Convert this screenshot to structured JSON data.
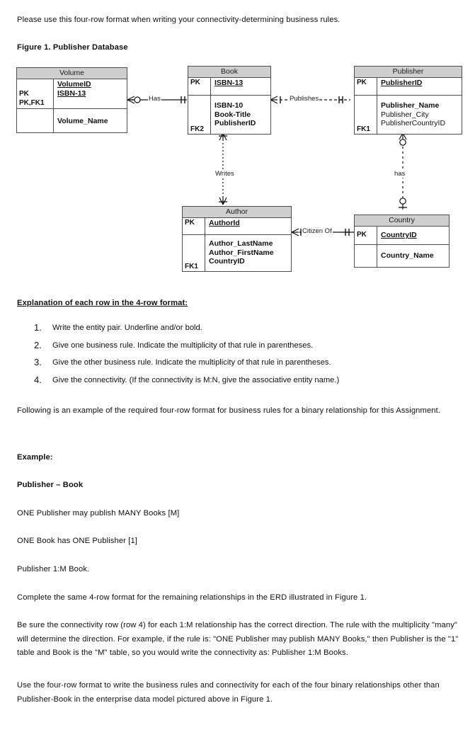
{
  "document": {
    "intro": "Please use this four-row format when writing your connectivity-determining business rules.",
    "figure_caption": "Figure 1. Publisher Database",
    "explanation_heading": "Explanation of each row in the 4-row format:",
    "list": [
      {
        "num": "1.",
        "text": "Write the entity pair. Underline and/or bold."
      },
      {
        "num": "2.",
        "text": "Give one business rule. Indicate the multiplicity of that rule in parentheses."
      },
      {
        "num": "3.",
        "text": "Give the other business rule. Indicate the multiplicity of that rule in parentheses."
      },
      {
        "num": "4.",
        "text": "Give the connectivity. (If the connectivity is M:N, give the associative entity name.)"
      }
    ],
    "following_para": "Following is an example of the required four-row format for business rules for a binary relationship for this Assignment.",
    "example_heading": "Example:",
    "example_pair": "Publisher – Book",
    "example_rule_1": "ONE Publisher may publish MANY Books [M]",
    "example_rule_2": "ONE Book has ONE Publisher [1]",
    "example_connectivity": "Publisher 1:M Book.",
    "complete_para": "Complete the same 4-row format for the remaining relationships in the ERD illustrated in Figure 1.",
    "direction_para": "Be sure the connectivity row (row 4) for each 1:M relationship has the correct direction. The rule with the multiplicity \"many\" will determine the direction. For example, if the rule is: \"ONE Publisher may publish MANY Books,\" then Publisher is the \"1\" table and Book is the \"M\" table, so you would write the connectivity as: Publisher 1:M Books.",
    "final_para": "Use the four-row format to write the business rules and connectivity for each of the four binary relationships other than Publisher-Book in the enterprise data model pictured above in Figure 1."
  },
  "erd": {
    "header_fill": "#cfcfcf",
    "border_color": "#4d4d4d",
    "entities": [
      {
        "id": "volume",
        "title": "Volume",
        "pk_keys": "PK\nPK,FK1",
        "pk_key_lines": [
          "PK",
          "PK,FK1"
        ],
        "pk_attrs": [
          "VolumeID",
          "ISBN-13"
        ],
        "fk_keys": "",
        "fk_key_lines": [],
        "attrs": [
          "Volume_Name"
        ]
      },
      {
        "id": "book",
        "title": "Book",
        "pk_key_lines": [
          "PK"
        ],
        "pk_attrs": [
          "ISBN-13"
        ],
        "fk_key_lines": [
          "FK2"
        ],
        "attrs": [
          "ISBN-10",
          "Book-Title",
          "PublisherID"
        ]
      },
      {
        "id": "publisher",
        "title": "Publisher",
        "pk_key_lines": [
          "PK"
        ],
        "pk_attrs": [
          "PublisherID"
        ],
        "fk_key_lines": [
          "FK1"
        ],
        "attrs": [
          "Publisher_Name",
          "Publisher_City",
          "PublisherCountryID"
        ]
      },
      {
        "id": "author",
        "title": "Author",
        "pk_key_lines": [
          "PK"
        ],
        "pk_attrs": [
          "AuthorId"
        ],
        "fk_key_lines": [
          "FK1"
        ],
        "attrs": [
          "Author_LastName",
          "Author_FirstName",
          "CountryID"
        ]
      },
      {
        "id": "country",
        "title": "Country",
        "pk_key_lines": [
          "PK"
        ],
        "pk_attrs": [
          "CountryID"
        ],
        "fk_key_lines": [],
        "attrs": [
          "Country_Name"
        ]
      }
    ],
    "relationships": [
      {
        "id": "has",
        "label": "Has",
        "from": "Volume",
        "to": "Book",
        "line": "solid",
        "from_end": "zero-or-many",
        "to_end": "one-and-only-one"
      },
      {
        "id": "publishes",
        "label": "Publishes",
        "from": "Book",
        "to": "Publisher",
        "line": "dashed",
        "from_end": "one-or-many",
        "to_end": "one-and-only-one"
      },
      {
        "id": "writes",
        "label": "Writes",
        "from": "Book",
        "to": "Author",
        "line": "dashed",
        "from_end": "one-or-many",
        "to_end": "one-or-many"
      },
      {
        "id": "has-country",
        "label": "has",
        "from": "Publisher",
        "to": "Country",
        "line": "dashed",
        "from_end": "zero-or-many",
        "to_end": "zero-or-one"
      },
      {
        "id": "citizen-of",
        "label": "Citizen Of",
        "from": "Author",
        "to": "Country",
        "line": "solid",
        "from_end": "one-or-many",
        "to_end": "one-and-only-one"
      }
    ]
  }
}
